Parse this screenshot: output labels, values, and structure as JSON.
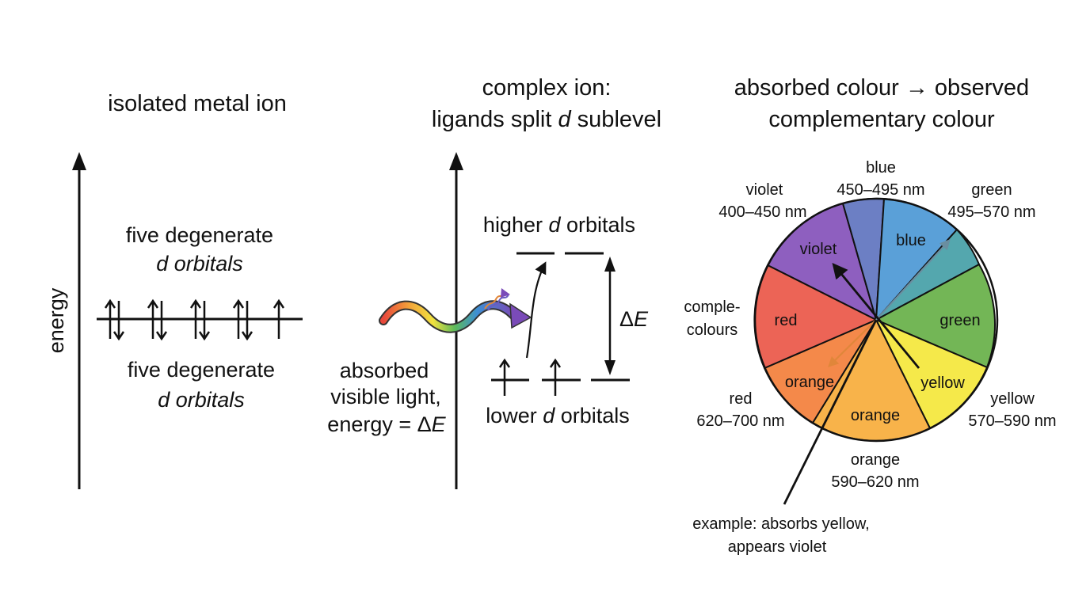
{
  "panel1": {
    "title": "isolated metal ion",
    "axis_label": "energy",
    "label_above": [
      "five degenerate",
      "d orbitals"
    ],
    "label_below": [
      "five degenerate",
      "d orbitals"
    ]
  },
  "panel2": {
    "title_line1": "complex ion:",
    "title_line2_pre": "ligands split ",
    "title_line2_italic": "d",
    "title_line2_post": " sublevel",
    "higher_pre": "higher ",
    "higher_italic": "d",
    "higher_post": " orbitals",
    "lower_pre": "lower ",
    "lower_italic": "d",
    "lower_post": " orbitals",
    "delta_symbol": "Δ",
    "delta_italic": "E",
    "light_line1": "absorbed",
    "light_line2": "visible light,",
    "light_line3_pre": "energy = Δ",
    "light_line3_italic": "E"
  },
  "panel3": {
    "title_line1": "absorbed colour → observed",
    "title_line2": "complementary colour",
    "example_line1": "example: absorbs yellow,",
    "example_line2": "appears violet",
    "outside_labels": {
      "blue_name": "blue",
      "blue_range": "450–495 nm",
      "violet_name": "violet",
      "violet_range": "400–450 nm",
      "green_name": "green",
      "green_range": "495–570 nm",
      "comple_line1": "comple-",
      "comple_line2": "colours",
      "red_name": "red",
      "red_range": "620–700 nm",
      "yellow_name": "yellow",
      "yellow_range": "570–590 nm",
      "orange_name": "orange",
      "orange_range": "590–620 nm"
    },
    "wheel_labels": {
      "violet": "violet",
      "blue": "blue",
      "red": "red",
      "green": "green",
      "orange_left": "orange",
      "orange_bottom": "orange",
      "yellow": "yellow"
    },
    "colors": {
      "violet": "#8e5fbf",
      "blue_violet": "#6c7fc4",
      "blue": "#5aa0d8",
      "teal": "#54a7ae",
      "green": "#73b656",
      "yellow": "#f5e94a",
      "orange": "#f8b34a",
      "orange_red": "#f4894a",
      "red": "#ec6456"
    }
  }
}
